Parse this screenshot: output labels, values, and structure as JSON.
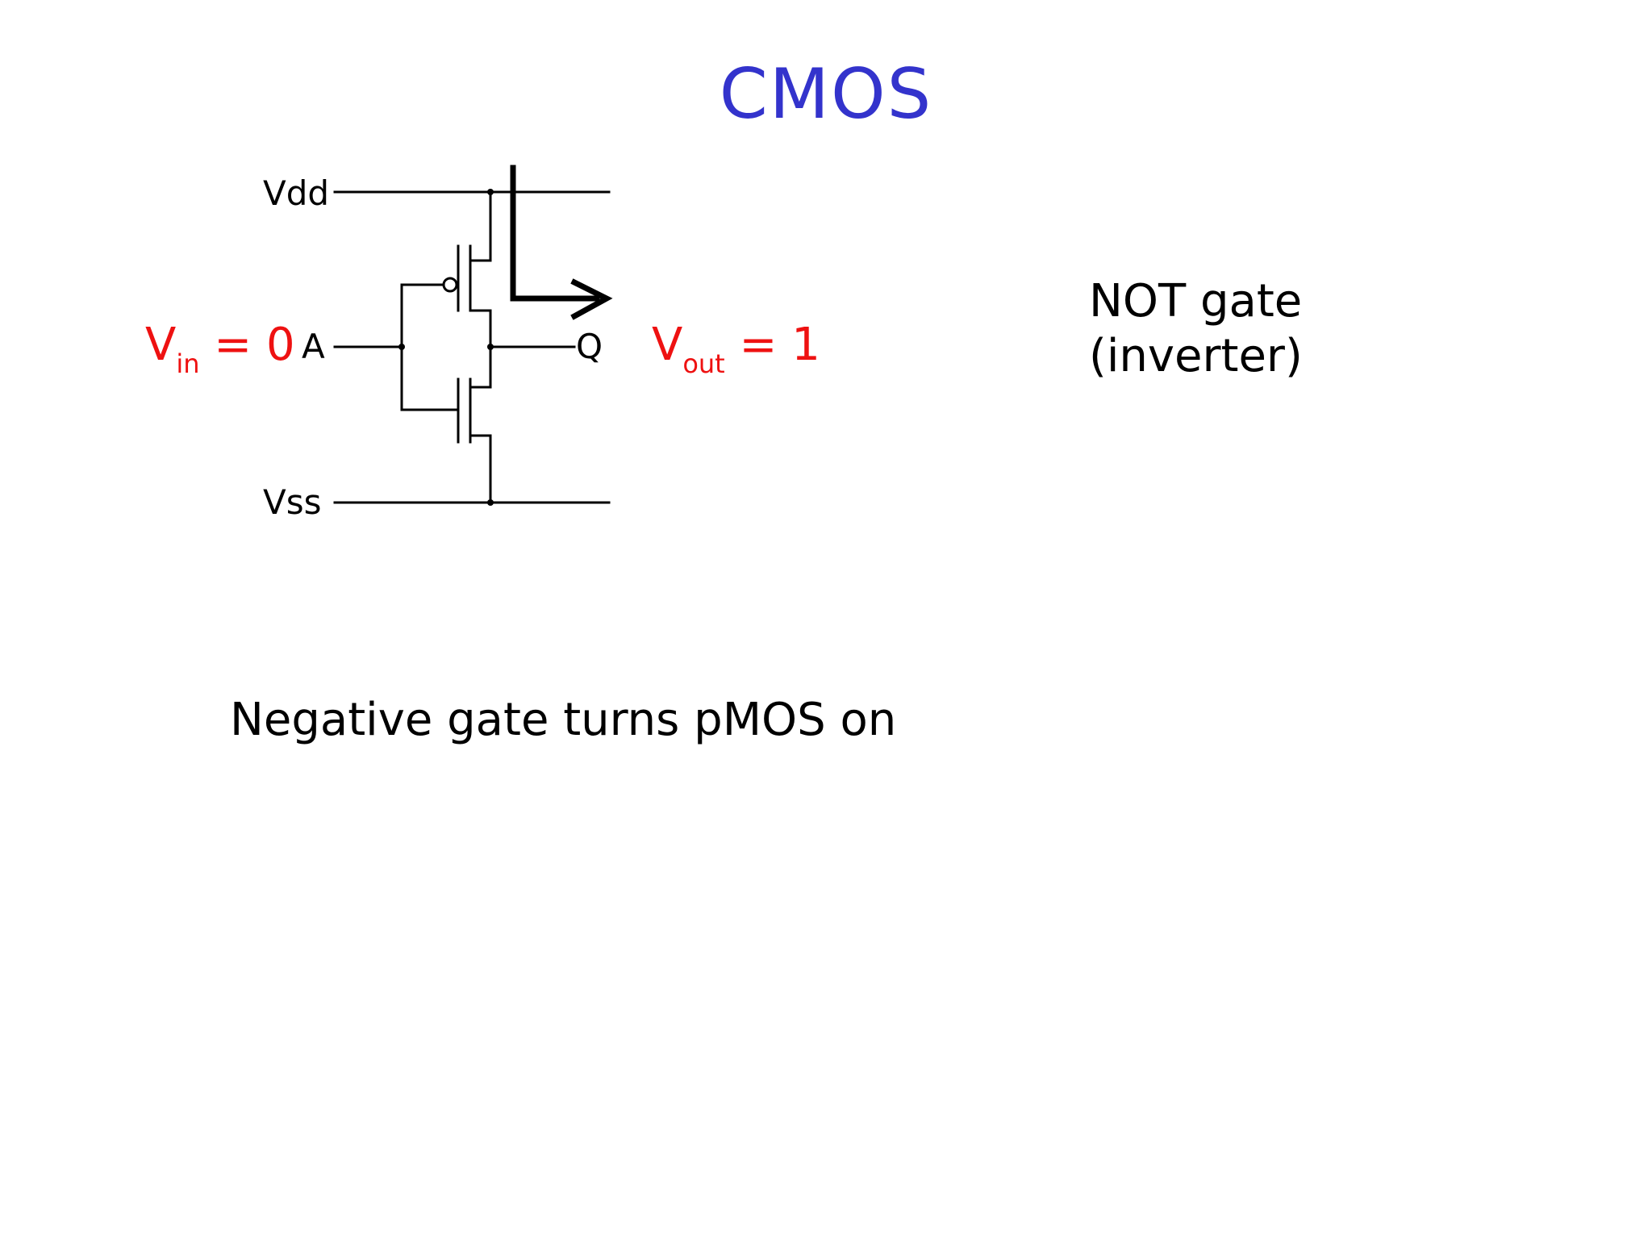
{
  "slide": {
    "title": "CMOS",
    "caption": "Negative gate turns pMOS on",
    "side_note": {
      "line1": "NOT gate",
      "line2": "(inverter)"
    }
  },
  "circuit": {
    "labels": {
      "vdd": "Vdd",
      "vss": "Vss",
      "input": "A",
      "output": "Q"
    },
    "vin": {
      "symbol": "V",
      "subscript": "in",
      "value": "= 0"
    },
    "vout": {
      "symbol": "V",
      "subscript": "out",
      "value": "= 1"
    }
  },
  "colors": {
    "title": "#3333cc",
    "voltage_labels": "#ee1111",
    "wires": "#000000"
  }
}
